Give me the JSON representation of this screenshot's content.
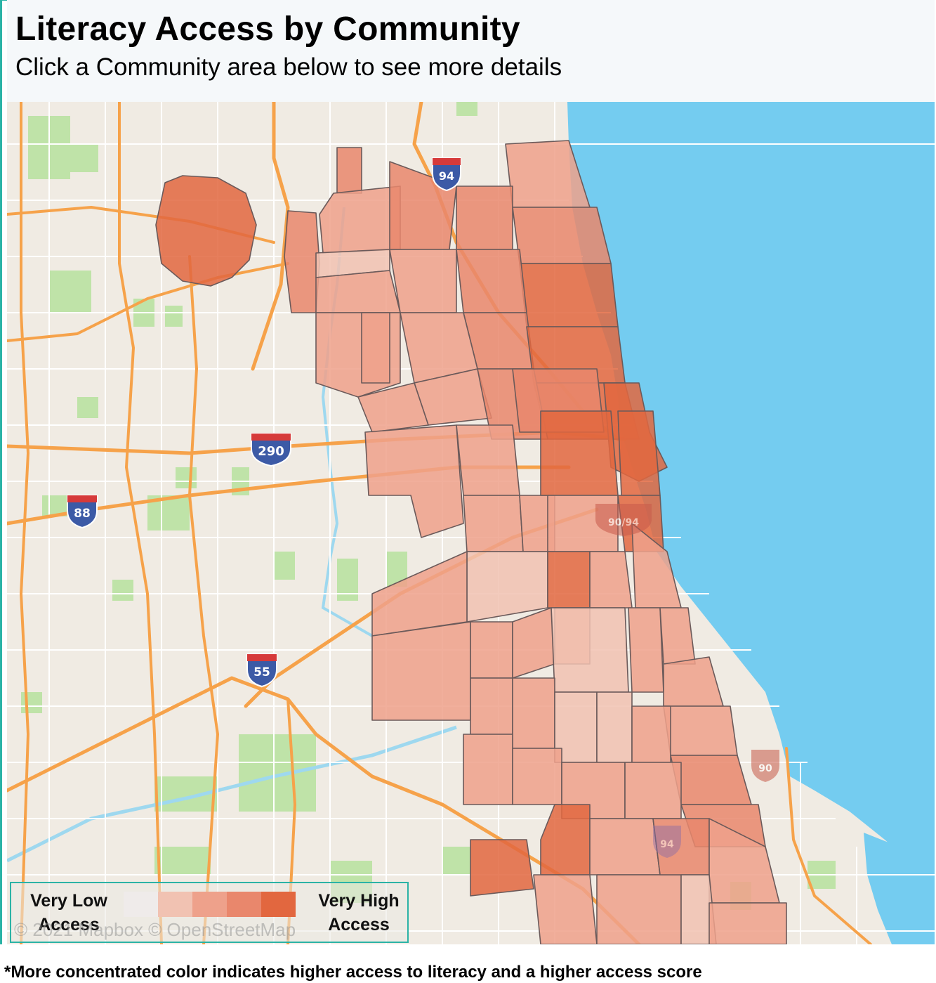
{
  "header": {
    "title": "Literacy Access by Community",
    "subtitle": "Click a Community area below to see more details"
  },
  "legend": {
    "low_label": "Very Low Access",
    "high_label": "Very High Access",
    "scale_colors": [
      "#efebea",
      "#f1c2b2",
      "#eea18b",
      "#e9876c",
      "#e2673f"
    ]
  },
  "attribution": "© 2021 Mapbox © OpenStreetMap",
  "footnote": "*More concentrated color indicates higher access to literacy and a higher access score",
  "map": {
    "water_color": "#74ccf0",
    "land_color": "#f0ebe3",
    "park_color": "#bfe3a8",
    "highway_shields": [
      "94",
      "290",
      "88",
      "55",
      "90/94",
      "94",
      "90"
    ]
  }
}
